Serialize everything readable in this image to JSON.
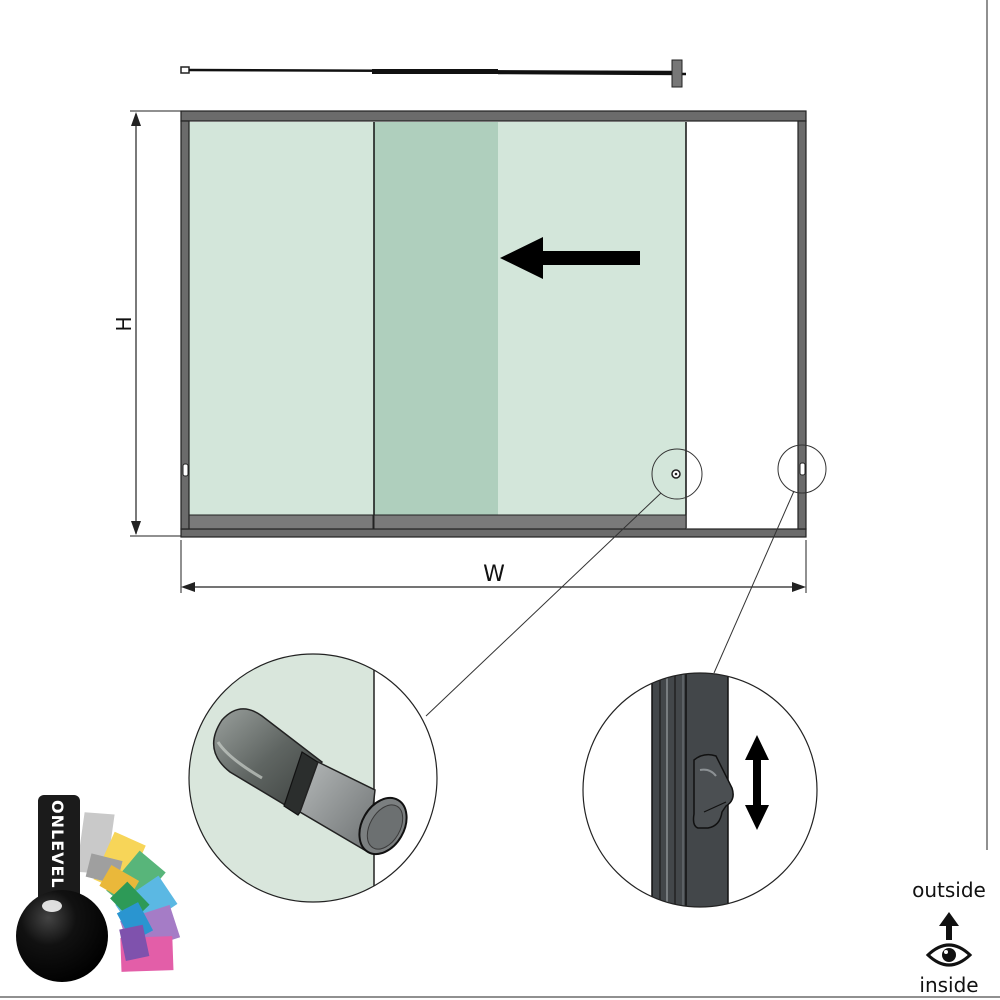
{
  "dimensions": {
    "height_label": "H",
    "width_label": "W"
  },
  "orientation": {
    "outside_label": "outside",
    "inside_label": "inside"
  },
  "brand": {
    "name": "ONLEVEL"
  },
  "colors": {
    "frame": "#6b6b6b",
    "frame_dark": "#3a3a3a",
    "glass": "#d3e6da",
    "glass_overlap": "#afcfbd",
    "detail_glass": "#d9e6dc",
    "handle_body": "#4b4f52",
    "arrow": "#000000"
  },
  "icons": [
    "slide-direction-arrow-icon",
    "vertical-double-arrow-icon",
    "eye-icon",
    "up-arrow-icon",
    "knob-icon",
    "latch-icon",
    "color-swatch-fan-icon"
  ]
}
